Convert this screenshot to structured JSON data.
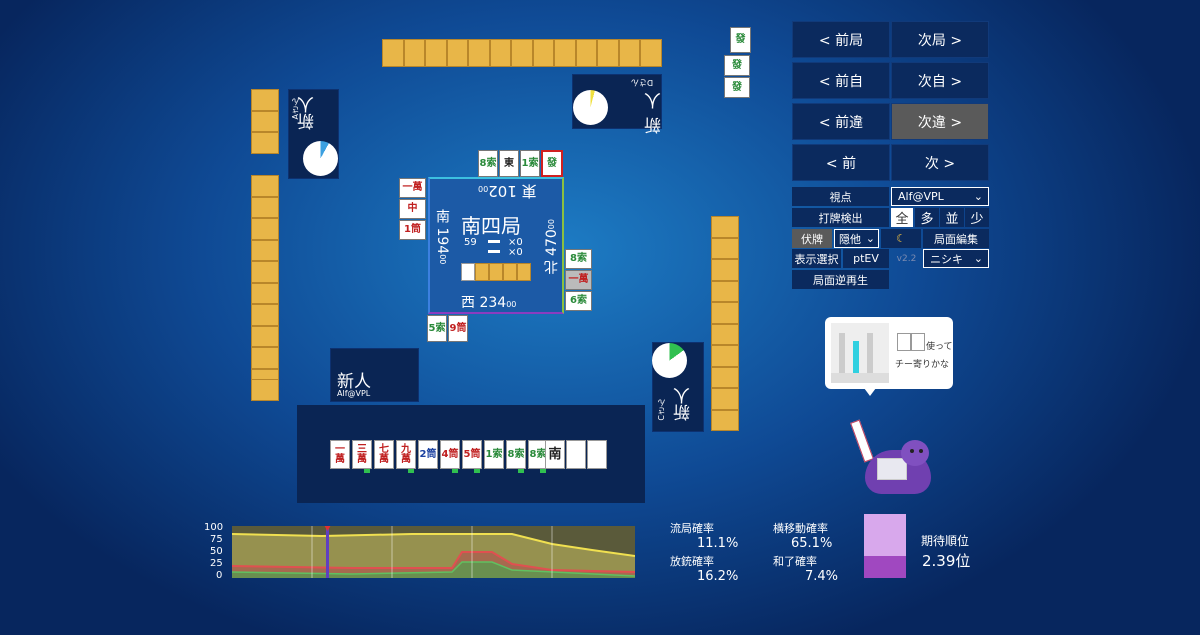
{
  "players": {
    "top": {
      "name": "新人",
      "sub": "Dさん",
      "pie_fraction": 0.04
    },
    "left": {
      "name": "新人",
      "sub": "Aさん",
      "pie_fraction": 0.08
    },
    "bottom": {
      "name": "新人",
      "sub": "Alf@VPL"
    },
    "right": {
      "name": "新人",
      "sub": "Cさん",
      "pie_fraction": 0.15
    }
  },
  "center": {
    "round": "南四局",
    "honba": "59",
    "stick1": "×0",
    "stick2": "×0",
    "east": {
      "label": "東",
      "score": "102",
      "suffix": "00"
    },
    "south": {
      "label": "南",
      "score": "194",
      "suffix": "00"
    },
    "west": {
      "label": "西",
      "score": "234",
      "suffix": "00"
    },
    "north": {
      "label": "北",
      "score": "470",
      "suffix": "00"
    }
  },
  "tiles": {
    "top_discards": [
      "8索",
      "東",
      "1索",
      "發"
    ],
    "left_discards": [
      "一萬",
      "中",
      "1筒"
    ],
    "right_discards": [
      "8索",
      "一萬",
      "6索"
    ],
    "bottom_discards": [
      "5索",
      "9筒"
    ],
    "dora_side": [
      "發",
      "發",
      "發"
    ],
    "hand": [
      "一萬",
      "三萬",
      "七萬",
      "九萬",
      "2筒",
      "4筒",
      "5筒",
      "1索",
      "8索",
      "8索",
      "南",
      "",
      ""
    ]
  },
  "nav": {
    "prev_round": "< 前局",
    "next_round": "次局 >",
    "prev_self": "< 前自",
    "next_self": "次自 >",
    "prev_diff": "< 前違",
    "next_diff": "次違 >",
    "prev": "< 前",
    "next": "次 >"
  },
  "settings": {
    "viewpoint_label": "視点",
    "viewpoint_value": "Alf@VPL",
    "detect_label": "打牌検出",
    "detect_options": [
      "全",
      "多",
      "並",
      "少"
    ],
    "hidden_label": "伏牌",
    "hidden_value": "隠他",
    "moon_icon": "☾",
    "edit_label": "局面編集",
    "display_label": "表示選択",
    "ptev_label": "ptEV",
    "version": "v2.2",
    "engine_value": "ニシキ",
    "reverse_label": "局面逆再生"
  },
  "advice": {
    "text1": "使って",
    "text2": "チー寄りかな"
  },
  "graph_axis": [
    "100",
    "75",
    "50",
    "25",
    "0"
  ],
  "stats": {
    "ryukyoku_label": "流局確率",
    "ryukyoku_value": "11.1%",
    "houju_label": "放銃確率",
    "houju_value": "16.2%",
    "yokoido_label": "横移動確率",
    "yokoido_value": "65.1%",
    "horyo_label": "和了確率",
    "horyo_value": "7.4%",
    "expected_label": "期待順位",
    "expected_value": "2.39位"
  },
  "colors": {
    "wall": "#e8b648",
    "panel": "#0b2a5e",
    "accent_teal": "#30d0e0"
  }
}
